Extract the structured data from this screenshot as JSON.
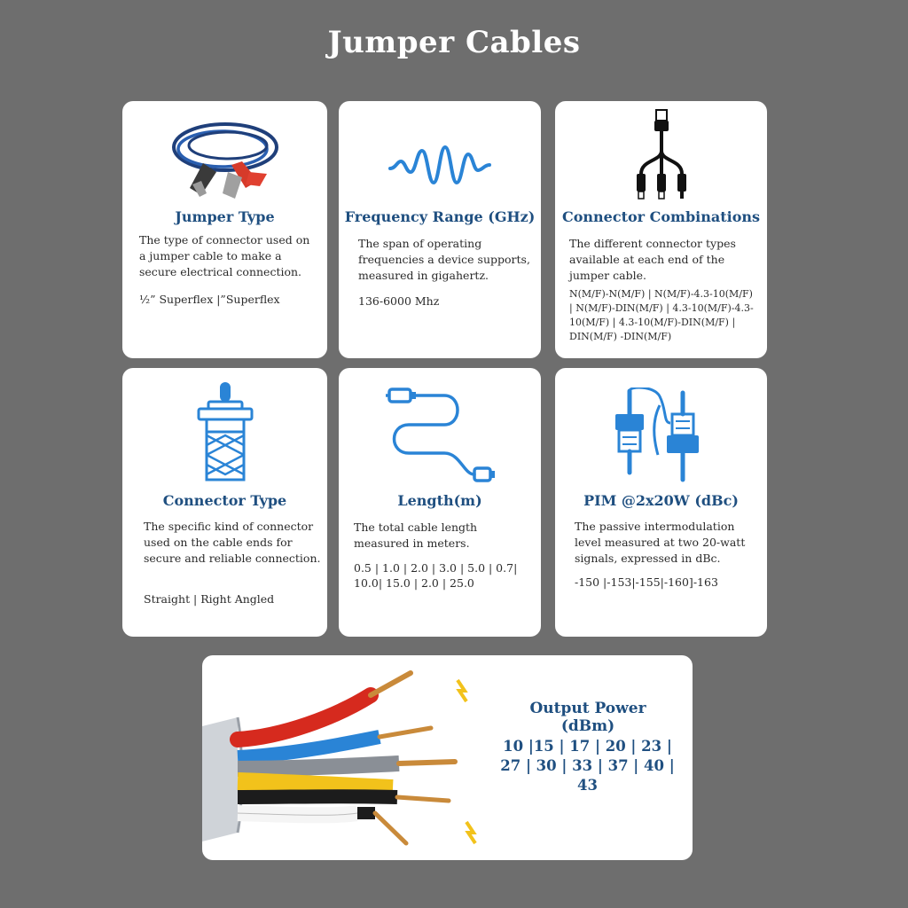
{
  "page": {
    "title": "Jumper Cables"
  },
  "cards": [
    {
      "icon": "jumper-clamp-icon",
      "heading": "Jumper Type",
      "description": "The type of connector used on a jumper cable to make a secure electrical connection.",
      "values": "½” Superflex |”Superflex"
    },
    {
      "icon": "wave-icon",
      "heading": "Frequency Range (GHz)",
      "description": "The span of operating frequencies a device supports, measured in gigahertz.",
      "values": "136-6000 Mhz"
    },
    {
      "icon": "splitter-cable-icon",
      "heading": "Connector Combinations",
      "description": "The different connector types available at each end of the jumper cable.",
      "values": "N(M/F)-N(M/F) | N(M/F)-4.3-10(M/F) | N(M/F)-DIN(M/F) | 4.3-10(M/F)-4.3-10(M/F) | 4.3-10(M/F)-DIN(M/F) | DIN(M/F) -DIN(M/F)"
    },
    {
      "icon": "coax-connector-icon",
      "heading": "Connector Type",
      "description": "The specific kind of connector used on the cable ends for secure and reliable connection.",
      "values": "Straight | Right Angled"
    },
    {
      "icon": "usb-cable-icon",
      "heading": "Length(m)",
      "description": "The total cable length measured in meters.",
      "values": "0.5 | 1.0 | 2.0 | 3.0 | 5.0 | 0.7| 10.0| 15.0 | 2.0 | 25.0"
    },
    {
      "icon": "plug-pair-icon",
      "heading": "PIM @2x20W (dBc)",
      "description": "The passive intermodulation level measured at two 20-watt signals, expressed in dBc.",
      "values": "-150 |-153|-155|-160]-163"
    }
  ],
  "output_card": {
    "icon": "stripped-wires-icon",
    "heading": "Output Power (dBm)",
    "values": "10 |15 | 17 | 20 | 23 | 27 | 30 | 33 | 37 | 40 | 43"
  },
  "colors": {
    "background": "#6e6e6e",
    "card": "#ffffff",
    "heading": "#1f4f80",
    "icon_blue": "#2a84d6"
  }
}
